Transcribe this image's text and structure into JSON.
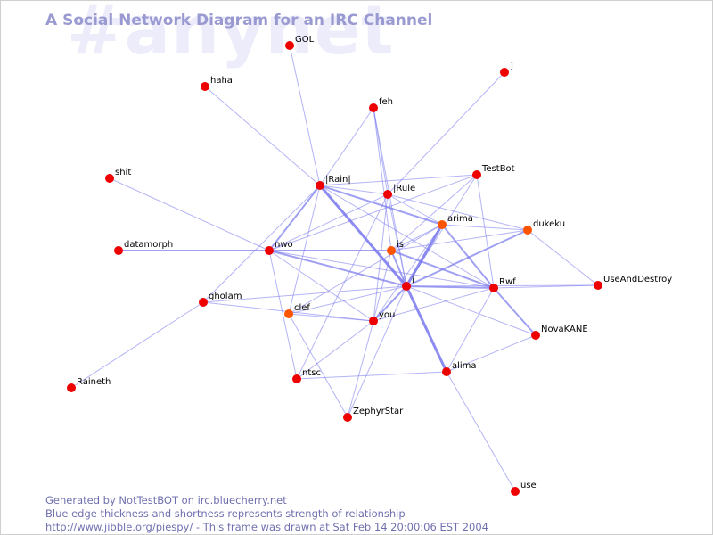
{
  "watermark": "#anynet",
  "title": "A Social Network Diagram for an IRC Channel",
  "footer": {
    "line1": "Generated by NotTestBOT on irc.bluecherry.net",
    "line2": "Blue edge thickness and shortness represents strength of relationship",
    "line3": "http://www.jibble.org/piespy/ - This frame was drawn at Sat Feb 14 20:00:06 EST 2004"
  },
  "colors": {
    "node": "#ee0000",
    "node_warm": "#ff5500",
    "edge": "#7777ee",
    "title": "#9a9ad2",
    "watermark": "#ececfa",
    "footer": "#7070b0"
  },
  "nodes": [
    {
      "id": "GOL",
      "label": "GOL"
    },
    {
      "id": "]",
      "label": "]"
    },
    {
      "id": "haha",
      "label": "haha"
    },
    {
      "id": "feh",
      "label": "feh"
    },
    {
      "id": "shit",
      "label": "shit"
    },
    {
      "id": "TestBot",
      "label": "TestBot"
    },
    {
      "id": "|Rain|",
      "label": "|Rain|"
    },
    {
      "id": "|Rule",
      "label": "|Rule"
    },
    {
      "id": "arima",
      "label": "arima",
      "warm": true
    },
    {
      "id": "dukeku",
      "label": "dukeku",
      "warm": true
    },
    {
      "id": "datamorph",
      "label": "datamorph"
    },
    {
      "id": "nwo",
      "label": "nwo"
    },
    {
      "id": "is",
      "label": "is",
      "warm": true
    },
    {
      "id": "i",
      "label": "i"
    },
    {
      "id": "Rwf",
      "label": "Rwf"
    },
    {
      "id": "UseAndDestroy",
      "label": "UseAndDestroy"
    },
    {
      "id": "gholam",
      "label": "gholam"
    },
    {
      "id": "clef",
      "label": "clef",
      "warm": true
    },
    {
      "id": "you",
      "label": "you"
    },
    {
      "id": "NovaKANE",
      "label": "NovaKANE"
    },
    {
      "id": "Raineth",
      "label": "Raineth"
    },
    {
      "id": "ntsc",
      "label": "ntsc"
    },
    {
      "id": "alima",
      "label": "alima"
    },
    {
      "id": "ZephyrStar",
      "label": "ZephyrStar"
    },
    {
      "id": "use",
      "label": "use"
    }
  ],
  "edges": [
    {
      "source": "GOL",
      "target": "|Rain|",
      "strength": 1
    },
    {
      "source": "haha",
      "target": "|Rain|",
      "strength": 1
    },
    {
      "source": "]",
      "target": "|Rule",
      "strength": 1
    },
    {
      "source": "feh",
      "target": "|Rule",
      "strength": 1
    },
    {
      "source": "feh",
      "target": "i",
      "strength": 1
    },
    {
      "source": "feh",
      "target": "is",
      "strength": 1
    },
    {
      "source": "feh",
      "target": "|Rain|",
      "strength": 1
    },
    {
      "source": "shit",
      "target": "nwo",
      "strength": 1
    },
    {
      "source": "datamorph",
      "target": "nwo",
      "strength": 2
    },
    {
      "source": "Raineth",
      "target": "gholam",
      "strength": 1
    },
    {
      "source": "gholam",
      "target": "i",
      "strength": 1
    },
    {
      "source": "gholam",
      "target": "|Rain|",
      "strength": 1
    },
    {
      "source": "|Rain|",
      "target": "i",
      "strength": 3
    },
    {
      "source": "|Rain|",
      "target": "|Rule",
      "strength": 1
    },
    {
      "source": "|Rain|",
      "target": "arima",
      "strength": 2
    },
    {
      "source": "|Rain|",
      "target": "nwo",
      "strength": 2
    },
    {
      "source": "|Rain|",
      "target": "TestBot",
      "strength": 1
    },
    {
      "source": "|Rain|",
      "target": "Rwf",
      "strength": 1
    },
    {
      "source": "|Rain|",
      "target": "clef",
      "strength": 1
    },
    {
      "source": "|Rule",
      "target": "i",
      "strength": 1
    },
    {
      "source": "|Rule",
      "target": "nwo",
      "strength": 1
    },
    {
      "source": "|Rule",
      "target": "arima",
      "strength": 1
    },
    {
      "source": "|Rule",
      "target": "dukeku",
      "strength": 1
    },
    {
      "source": "|Rule",
      "target": "you",
      "strength": 1
    },
    {
      "source": "|Rule",
      "target": "ntsc",
      "strength": 1
    },
    {
      "source": "TestBot",
      "target": "i",
      "strength": 1
    },
    {
      "source": "TestBot",
      "target": "Rwf",
      "strength": 1
    },
    {
      "source": "TestBot",
      "target": "is",
      "strength": 1
    },
    {
      "source": "TestBot",
      "target": "nwo",
      "strength": 1
    },
    {
      "source": "arima",
      "target": "i",
      "strength": 3
    },
    {
      "source": "arima",
      "target": "Rwf",
      "strength": 2
    },
    {
      "source": "arima",
      "target": "you",
      "strength": 1
    },
    {
      "source": "arima",
      "target": "is",
      "strength": 1
    },
    {
      "source": "arima",
      "target": "clef",
      "strength": 1
    },
    {
      "source": "arima",
      "target": "dukeku",
      "strength": 1
    },
    {
      "source": "dukeku",
      "target": "i",
      "strength": 2
    },
    {
      "source": "dukeku",
      "target": "UseAndDestroy",
      "strength": 1
    },
    {
      "source": "dukeku",
      "target": "is",
      "strength": 1
    },
    {
      "source": "nwo",
      "target": "is",
      "strength": 2
    },
    {
      "source": "nwo",
      "target": "i",
      "strength": 2
    },
    {
      "source": "nwo",
      "target": "you",
      "strength": 1
    },
    {
      "source": "nwo",
      "target": "Rwf",
      "strength": 1
    },
    {
      "source": "nwo",
      "target": "ntsc",
      "strength": 1
    },
    {
      "source": "is",
      "target": "i",
      "strength": 2
    },
    {
      "source": "is",
      "target": "Rwf",
      "strength": 2
    },
    {
      "source": "is",
      "target": "you",
      "strength": 1
    },
    {
      "source": "i",
      "target": "Rwf",
      "strength": 2
    },
    {
      "source": "i",
      "target": "alima",
      "strength": 3
    },
    {
      "source": "i",
      "target": "you",
      "strength": 2
    },
    {
      "source": "i",
      "target": "NovaKANE",
      "strength": 1
    },
    {
      "source": "i",
      "target": "clef",
      "strength": 1
    },
    {
      "source": "i",
      "target": "ZephyrStar",
      "strength": 1
    },
    {
      "source": "i",
      "target": "UseAndDestroy",
      "strength": 1
    },
    {
      "source": "Rwf",
      "target": "UseAndDestroy",
      "strength": 1
    },
    {
      "source": "Rwf",
      "target": "NovaKANE",
      "strength": 2
    },
    {
      "source": "Rwf",
      "target": "alima",
      "strength": 1
    },
    {
      "source": "Rwf",
      "target": "you",
      "strength": 1
    },
    {
      "source": "alima",
      "target": "NovaKANE",
      "strength": 1
    },
    {
      "source": "alima",
      "target": "use",
      "strength": 1
    },
    {
      "source": "alima",
      "target": "ntsc",
      "strength": 1
    },
    {
      "source": "you",
      "target": "ZephyrStar",
      "strength": 1
    },
    {
      "source": "you",
      "target": "ntsc",
      "strength": 1
    },
    {
      "source": "you",
      "target": "clef",
      "strength": 1
    },
    {
      "source": "clef",
      "target": "ZephyrStar",
      "strength": 1
    },
    {
      "source": "you",
      "target": "gholam",
      "strength": 1
    }
  ]
}
